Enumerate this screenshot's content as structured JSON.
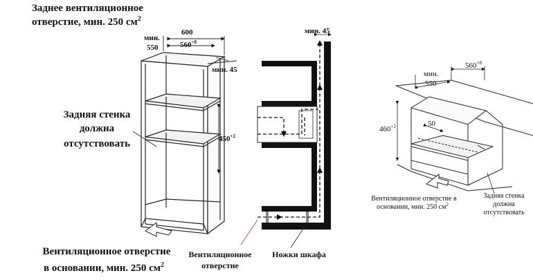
{
  "labels": {
    "top_line1": "Заднее вентиляционное",
    "top_line2": "отверстие, мин. 250 см",
    "sup2": "2",
    "rear_wall_1": "Задняя стенка",
    "rear_wall_2": "должна",
    "rear_wall_3": "отсутствовать",
    "bottom_line1": "Вентиляционное отверстие",
    "bottom_line2": "в основании, мин. 250 см",
    "vent_hole_1": "Вентиляционное",
    "vent_hole_2": "отверстие",
    "legs": "Ножки шкафа",
    "right_vent_1": "Вентиляционное отверстие в",
    "right_vent_2": "основании, мин. 250 см",
    "right_rear_1": "Задняя стенка",
    "right_rear_2": "должна",
    "right_rear_3": "отсутствовать"
  },
  "dimensions": {
    "d600": "600",
    "min": "мин.",
    "d550": "550",
    "d560": "560",
    "d560_tol": "+8",
    "min45": "мин. 45",
    "d450": "450",
    "d450_tol": "+2",
    "r_min": "мин.",
    "r_550": "550",
    "r_560": "560",
    "r_560_tol": "+8",
    "r_460": "460",
    "r_460_tol": "+2",
    "r_50": "50"
  }
}
